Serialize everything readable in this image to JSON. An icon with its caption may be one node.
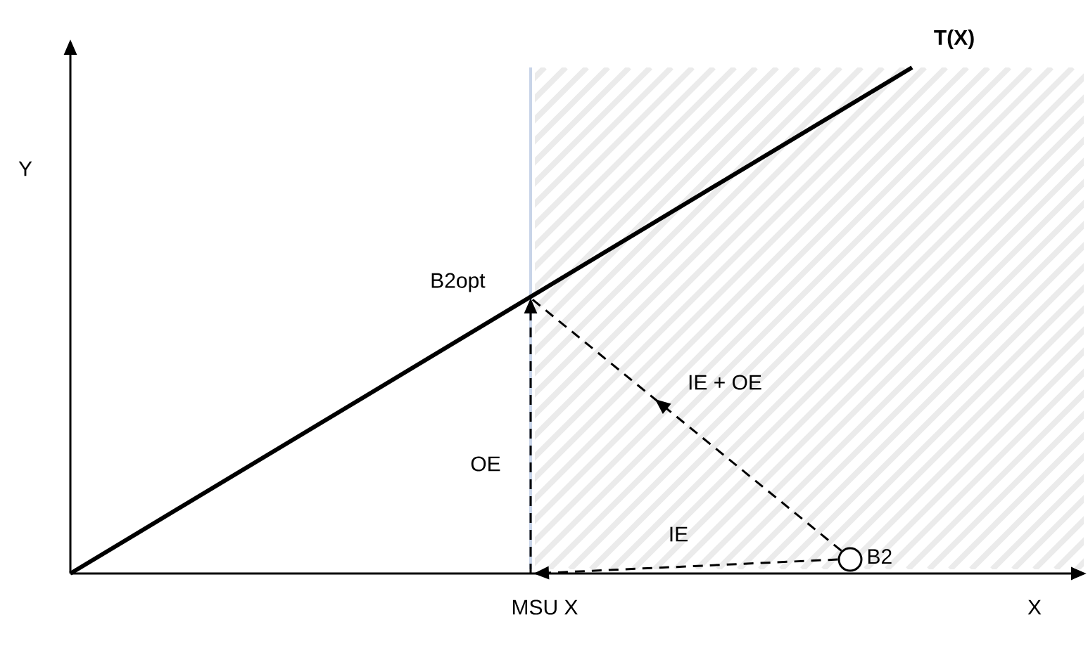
{
  "diagram": {
    "nodes": [
      {
        "text": [
          "B2opt"
        ]
      },
      {
        "text": [],
        "shape": "circle",
        "beside": [
          "B2"
        ]
      }
    ],
    "edges": [
      {
        "from": 1,
        "to": null,
        "arrow": "to",
        "label": "IE",
        "style": "dashed"
      },
      {
        "from": null,
        "to": 0,
        "arrow": "to",
        "label": "OE",
        "style": "dashed"
      },
      {
        "from": 1,
        "to": 0,
        "arrow": "to",
        "label": "IE + OE",
        "style": "dashed"
      }
    ],
    "labels": [
      "T(X)",
      "Y",
      "X",
      "MSU X"
    ]
  }
}
